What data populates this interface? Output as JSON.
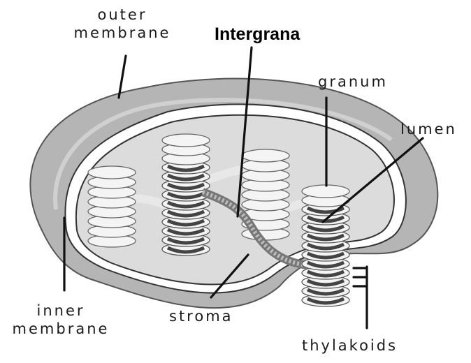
{
  "labels": {
    "outer_membrane_line1": "outer",
    "outer_membrane_line2": "membrane",
    "intergrana": "Intergrana",
    "granum": "granum",
    "lumen": "lumen",
    "inner_membrane_line1": "inner",
    "inner_membrane_line2": "membrane",
    "stroma": "stroma",
    "thylakoids": "thylakoids"
  },
  "colors": {
    "outer_membrane": "#b3b3b3",
    "inner_space": "#e0e0e0",
    "thylakoid_disc": "#f2f2f2",
    "dark_disc": "#555555",
    "leader_line": "#111111"
  }
}
